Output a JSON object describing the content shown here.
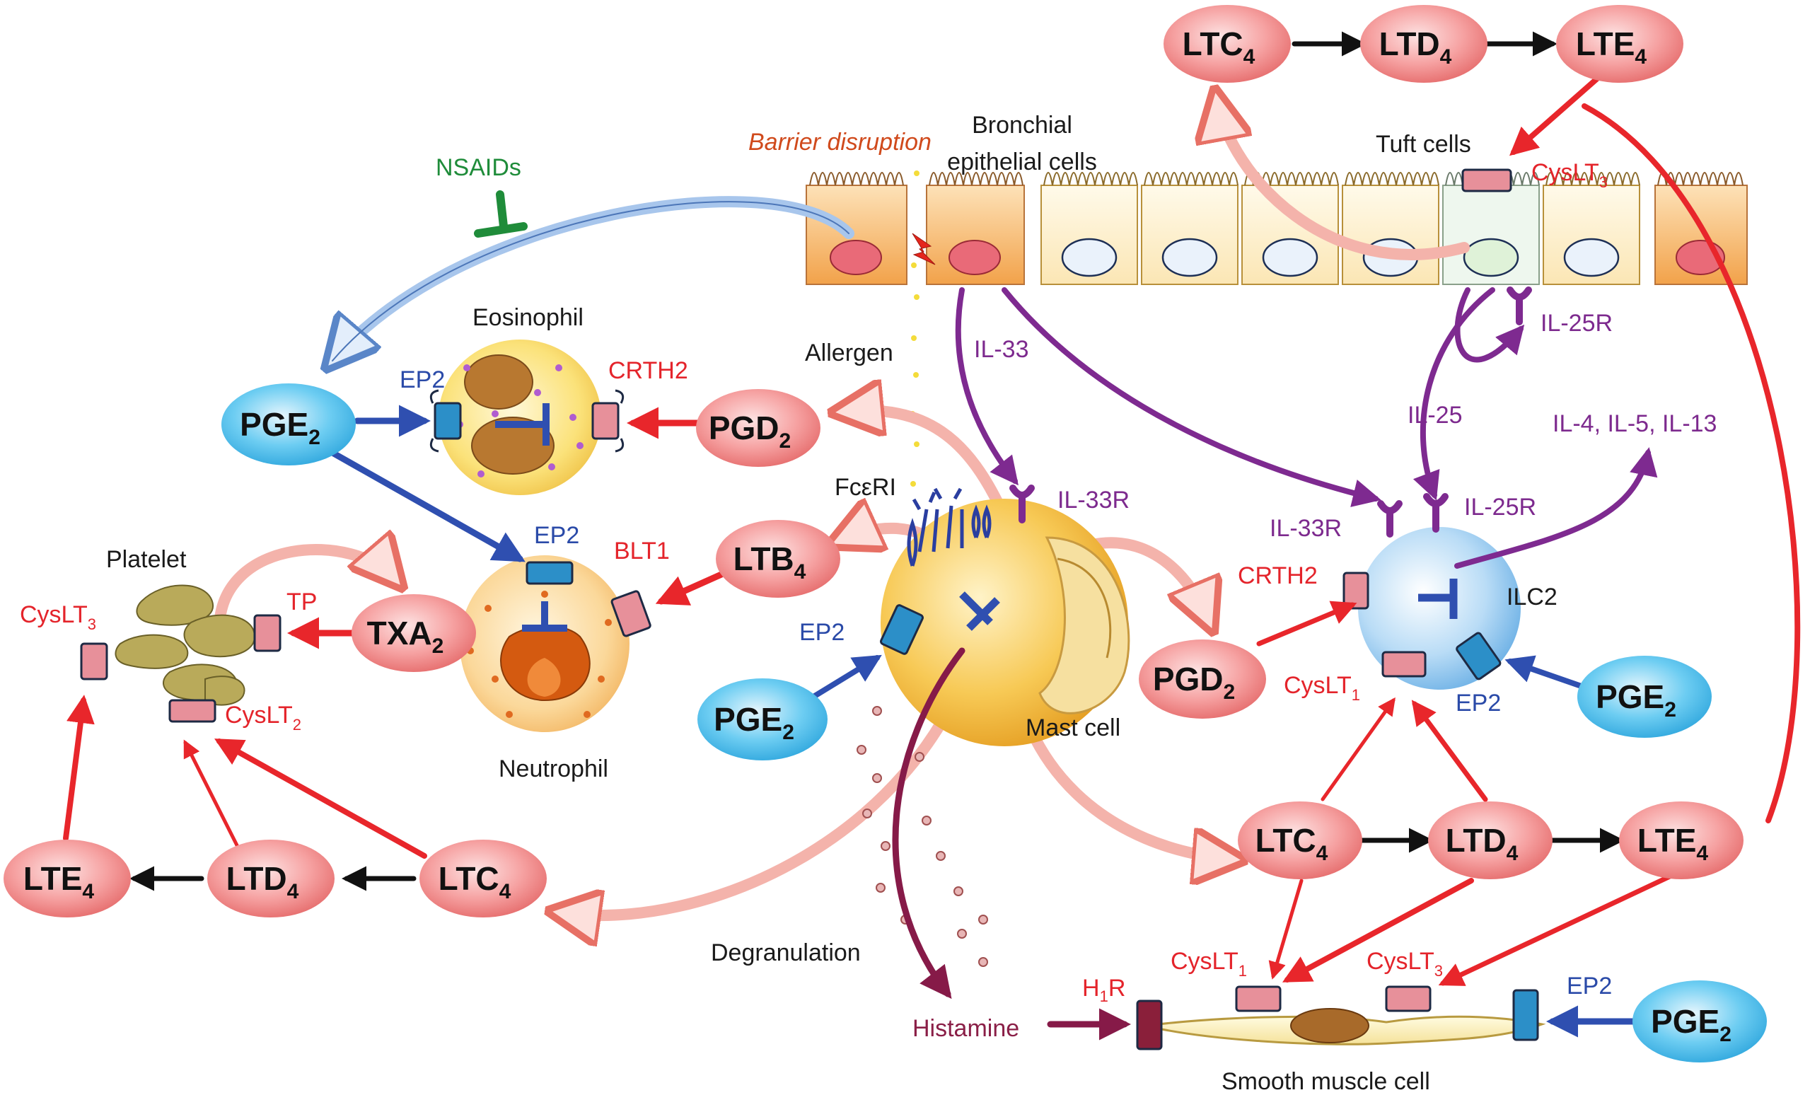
{
  "colors": {
    "red_node": "#f28b8b",
    "blue_node": "#5cc3ec",
    "red_arrow": "#e8262b",
    "blue_arrow": "#2f4fb0",
    "purple_arrow": "#7e2a90",
    "maroon_arrow": "#861a48",
    "green_inhibit": "#1f8c3a"
  },
  "labels": {
    "barrier": "Barrier disruption",
    "bronchial_1": "Bronchial",
    "bronchial_2": "epithelial cells",
    "tuft": "Tuft cells",
    "nsaids": "NSAIDs",
    "eosinophil": "Eosinophil",
    "neutrophil": "Neutrophil",
    "platelet": "Platelet",
    "allergen": "Allergen",
    "fceri": "FcεRI",
    "mast_cell": "Mast cell",
    "degranulation": "Degranulation",
    "histamine": "Histamine",
    "smooth_muscle": "Smooth muscle cell",
    "ilc2": "ILC2",
    "il33": "IL-33",
    "il25": "IL-25",
    "il33r_mast": "IL-33R",
    "il33r_ilc2": "IL-33R",
    "il25r_ilc2": "IL-25R",
    "il25r_tuft": "IL-25R",
    "cytokines": "IL-4, IL-5, IL-13",
    "ep2_eos": "EP2",
    "crth2_eos": "CRTH2",
    "ep2_neu": "EP2",
    "blt1": "BLT1",
    "tp": "TP",
    "cyslt3_plt": "CysLT",
    "cyslt3_plt_sub": "3",
    "cyslt2": "CysLT",
    "cyslt2_sub": "2",
    "ep2_mast": "EP2",
    "crth2_ilc2": "CRTH2",
    "cyslt1_ilc2": "CysLT",
    "cyslt1_ilc2_sub": "1",
    "ep2_ilc2": "EP2",
    "cyslt3_tuft": "CysLT",
    "cyslt3_tuft_sub": "3",
    "h1r": "H",
    "h1r_sub": "1",
    "h1r_tail": "R",
    "cyslt1_smc": "CysLT",
    "cyslt1_smc_sub": "1",
    "cyslt3_smc": "CysLT",
    "cyslt3_smc_sub": "3",
    "ep2_smc": "EP2"
  },
  "nodes": {
    "ltc4_top": {
      "main": "LTC",
      "sub": "4"
    },
    "ltd4_top": {
      "main": "LTD",
      "sub": "4"
    },
    "lte4_top": {
      "main": "LTE",
      "sub": "4"
    },
    "pge2_left": {
      "main": "PGE",
      "sub": "2"
    },
    "pgd2_eos": {
      "main": "PGD",
      "sub": "2"
    },
    "ltb4": {
      "main": "LTB",
      "sub": "4"
    },
    "txa2": {
      "main": "TXA",
      "sub": "2"
    },
    "pge2_mast": {
      "main": "PGE",
      "sub": "2"
    },
    "pgd2_ilc2": {
      "main": "PGD",
      "sub": "2"
    },
    "pge2_ilc2": {
      "main": "PGE",
      "sub": "2"
    },
    "ltc4_mid": {
      "main": "LTC",
      "sub": "4"
    },
    "ltd4_mid": {
      "main": "LTD",
      "sub": "4"
    },
    "lte4_mid": {
      "main": "LTE",
      "sub": "4"
    },
    "lte4_left": {
      "main": "LTE",
      "sub": "4"
    },
    "ltd4_left": {
      "main": "LTD",
      "sub": "4"
    },
    "ltc4_left": {
      "main": "LTC",
      "sub": "4"
    },
    "pge2_smc": {
      "main": "PGE",
      "sub": "2"
    }
  }
}
